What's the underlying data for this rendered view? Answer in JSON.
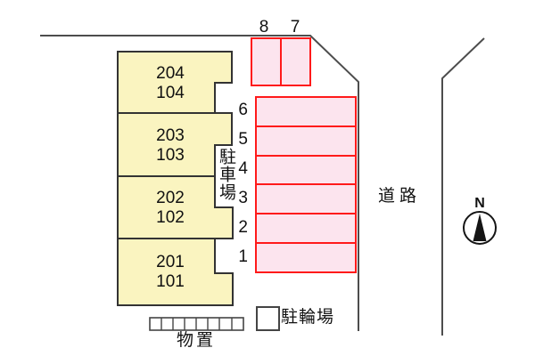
{
  "building": {
    "units": [
      {
        "upper": "204",
        "lower": "104"
      },
      {
        "upper": "203",
        "lower": "103"
      },
      {
        "upper": "202",
        "lower": "102"
      },
      {
        "upper": "201",
        "lower": "101"
      }
    ]
  },
  "parking_spaces": {
    "top_row": [
      "8",
      "7"
    ],
    "right_column": [
      "6",
      "5",
      "4",
      "3",
      "2",
      "1"
    ]
  },
  "labels": {
    "parking_lot": "駐車場",
    "road": "道路",
    "bicycle_parking": "駐輪場",
    "storage": "物置",
    "north": "N"
  },
  "colors": {
    "building_fill": "#faf4c0",
    "building_border": "#333333",
    "parking_fill": "#fce4ee",
    "parking_border": "#ff1a1a",
    "boundary_line": "#4d4d4d",
    "small_square_border": "#444444"
  }
}
